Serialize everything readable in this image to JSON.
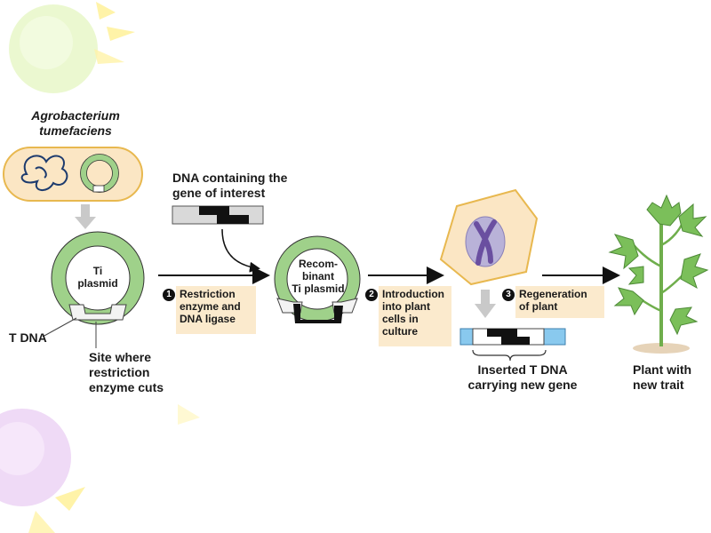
{
  "labels": {
    "organism": "Agrobacterium\ntumefaciens",
    "dna_gene": "DNA containing the\ngene of interest",
    "ti_plasmid": "Ti\nplasmid",
    "t_dna": "T DNA",
    "site": "Site where\nrestriction\nenzyme cuts",
    "recombinant": "Recom-\nbinant\nTi plasmid",
    "inserted": "Inserted T DNA\ncarrying new gene",
    "plant": "Plant with\nnew trait"
  },
  "steps": [
    {
      "number": "1",
      "text": "Restriction\nenzyme and\nDNA ligase"
    },
    {
      "number": "2",
      "text": "Introduction\ninto plant\ncells in\nculture"
    },
    {
      "number": "3",
      "text": "Regeneration\nof plant"
    }
  ],
  "colors": {
    "plasmid_green": "#9fd18a",
    "bacterium_fill": "#fbe6c4",
    "bacterium_outline": "#e8b84f",
    "cell_fill": "#fbe6c4",
    "nucleus": "#b9b2d8",
    "chromosome": "#6a4fa0",
    "plant_green": "#7bbf5a",
    "dna_blue": "#89c9ee",
    "decor_green": "#e8f7c8",
    "decor_purple": "#ecd4f5",
    "decor_yellow": "#fff3a8"
  }
}
